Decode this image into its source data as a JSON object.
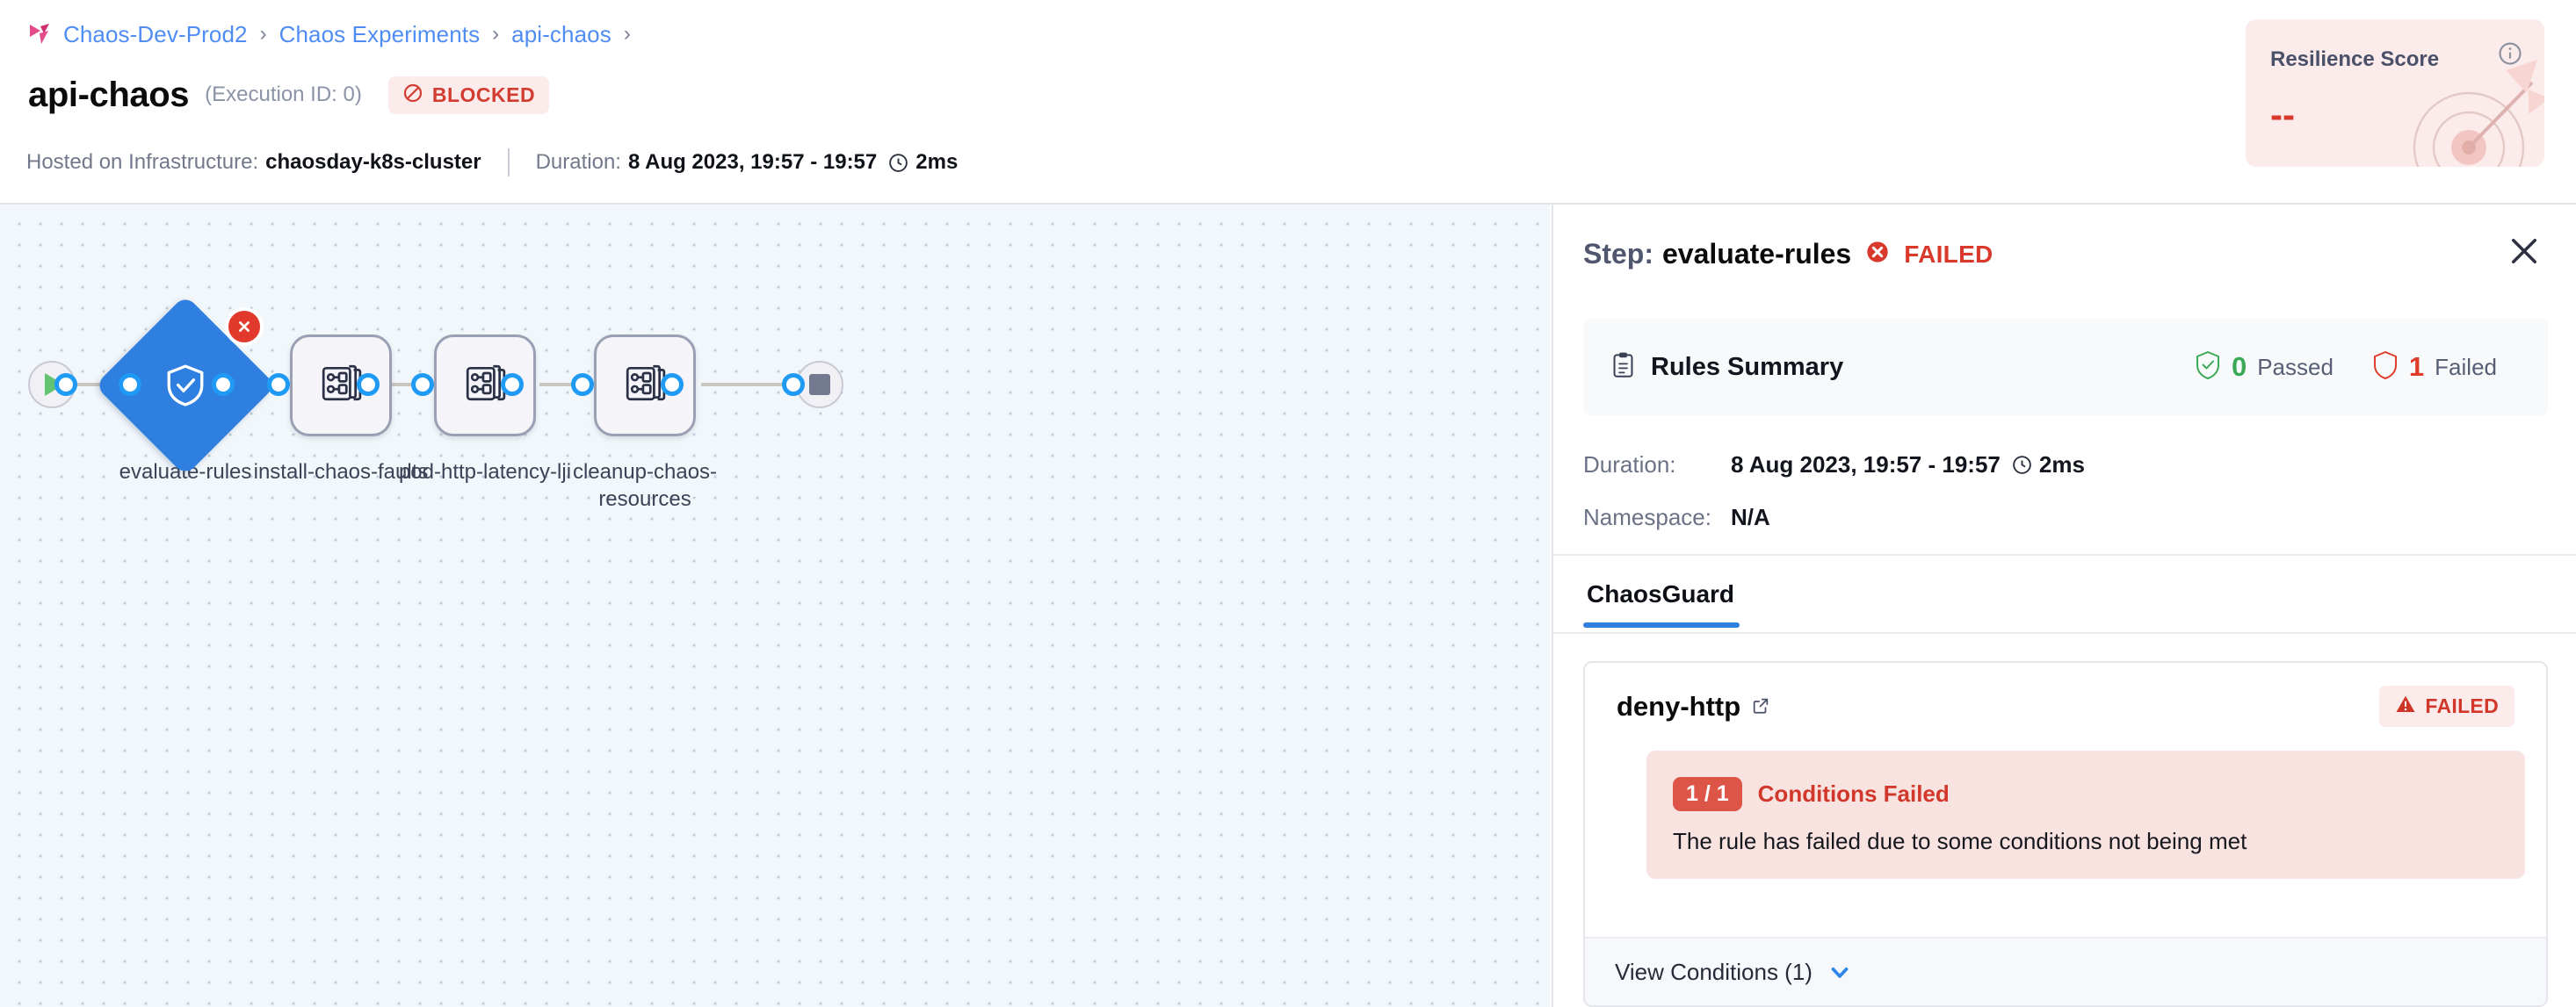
{
  "breadcrumb": {
    "logo": "harness-logo-icon",
    "items": [
      "Chaos-Dev-Prod2",
      "Chaos Experiments",
      "api-chaos"
    ],
    "separator": "›",
    "trailing_separator": "›"
  },
  "header": {
    "title": "api-chaos",
    "execution_id_text": "(Execution ID: 0)",
    "status": {
      "label": "BLOCKED",
      "icon": "blocked-circle-slash-icon",
      "color": "#d33c30",
      "bg": "#fbeceb"
    },
    "infra_label": "Hosted on Infrastructure:",
    "infra_value": "chaosday-k8s-cluster",
    "duration_label": "Duration:",
    "duration_value": "8 Aug 2023, 19:57 - 19:57",
    "duration_elapsed": "2ms",
    "clock_icon": "clock-icon"
  },
  "resilience": {
    "title": "Resilience Score",
    "value": "--",
    "info_icon": "info-circle-icon",
    "art_icon": "target-dart-icon",
    "bg": "#fbeceb",
    "value_color": "#d9392b"
  },
  "graph": {
    "start_node": {
      "name": "start-node",
      "icon": "play-icon"
    },
    "end_node": {
      "name": "end-node",
      "icon": "stop-square-icon"
    },
    "nodes": [
      {
        "id": "evaluate-rules",
        "label": "evaluate-rules",
        "type": "diamond",
        "icon": "shield-check-icon",
        "status": "failed",
        "badge_icon": "error-x-icon",
        "color": "#2e7fe0"
      },
      {
        "id": "install-chaos-faults",
        "label": "install-chaos-faults",
        "type": "box",
        "icon": "chaos-step-icon"
      },
      {
        "id": "pod-http-latency-lji",
        "label": "pod-http-latency-lji",
        "type": "box",
        "icon": "chaos-step-icon"
      },
      {
        "id": "cleanup-chaos-resources",
        "label": "cleanup-chaos-resources",
        "type": "box",
        "icon": "chaos-step-icon"
      }
    ]
  },
  "panel": {
    "title_prefix": "Step:",
    "step_name": "evaluate-rules",
    "status": "FAILED",
    "status_icon": "error-x-icon",
    "close_icon": "close-icon",
    "rules_summary": {
      "icon": "clipboard-icon",
      "title": "Rules Summary",
      "passed_count": "0",
      "passed_label": "Passed",
      "passed_icon": "shield-check-icon",
      "failed_count": "1",
      "failed_label": "Failed",
      "failed_icon": "shield-outline-icon"
    },
    "details": [
      {
        "key": "Duration:",
        "value": "8 Aug 2023, 19:57 - 19:57",
        "extra": "2ms",
        "icon": "clock-icon"
      },
      {
        "key": "Namespace:",
        "value": "N/A"
      }
    ],
    "tabs": [
      {
        "label": "ChaosGuard",
        "active": true
      }
    ],
    "rule": {
      "name": "deny-http",
      "external_link_icon": "external-link-icon",
      "badge": {
        "label": "FAILED",
        "icon": "warning-triangle-icon"
      },
      "condition": {
        "pill": "1 / 1",
        "label": "Conditions Failed",
        "message": "The rule has failed due to some conditions not being met"
      },
      "footer": {
        "label": "View Conditions (1)",
        "chevron_icon": "chevron-down-icon"
      }
    }
  }
}
